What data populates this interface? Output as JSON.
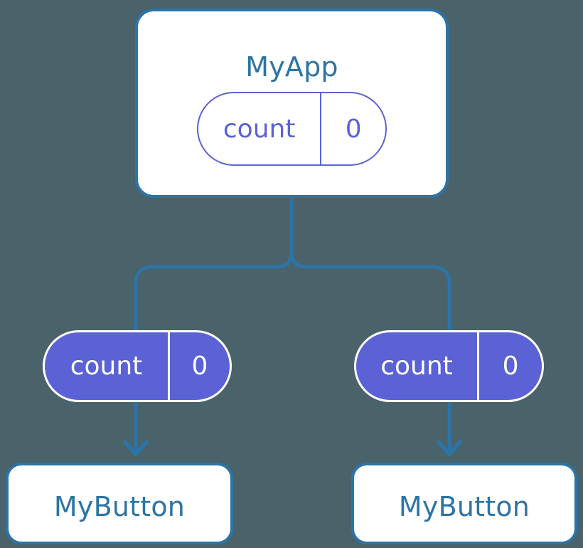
{
  "diagram": {
    "title": "React component tree with shared count state",
    "background_color": "#4a6269",
    "accent_blue": "#2c74a6",
    "accent_purple": "#5b62d6",
    "box_fill": "#ffffff"
  },
  "root": {
    "name": "MyApp",
    "state": {
      "key": "count",
      "value": "0"
    }
  },
  "children": [
    {
      "name": "MyButton",
      "state": {
        "key": "count",
        "value": "0"
      }
    },
    {
      "name": "MyButton",
      "state": {
        "key": "count",
        "value": "0"
      }
    }
  ],
  "connectors": {
    "trunk_label": "state-down-trunk",
    "branch_label": "state-branch",
    "arrow_left_label": "prop-arrow-left",
    "arrow_right_label": "prop-arrow-right",
    "stroke_color": "#2c74a6",
    "stroke_width": "5"
  }
}
